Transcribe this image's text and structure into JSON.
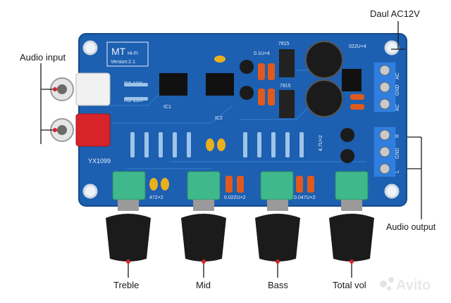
{
  "callouts": {
    "audio_input": "Audio input",
    "power": "Daul AC12V",
    "audio_output": "Audio output",
    "treble": "Treble",
    "mid": "Mid",
    "bass": "Bass",
    "total_vol": "Total vol"
  },
  "board": {
    "brand": "MT",
    "hifi": "Hi-Fi",
    "version": "Version:2.1",
    "model": "YX1099",
    "r2": "R2 10K",
    "r3": "R3 10K",
    "reg_a": "7815",
    "reg_b": "7915",
    "cap_01": "0.1U×4",
    "cap_022_top": "022U×4",
    "cap_47": "4.7U×2",
    "cap_472": "472×2",
    "cap_0022": "0.022U×2",
    "cap_0047": "0.047U×2",
    "terminal_ac": "AC",
    "terminal_gnd": "GND",
    "terminal_ac2": "AC",
    "terminal_r": "R",
    "terminal_gnd2": "GND",
    "terminal_l": "L",
    "ic_1": "IC1",
    "ic_2": "IC2"
  },
  "watermark": "Avito",
  "colors": {
    "pcb": "#1d5fb0",
    "pcb_dark": "#154a8c",
    "knob": "#1b1b1b",
    "pot": "#3fb88c",
    "terminal": "#2f7ee0",
    "rca_red": "#d8232a",
    "callout_line": "#1a1a1a",
    "pointer_dot": "#d8232a"
  }
}
